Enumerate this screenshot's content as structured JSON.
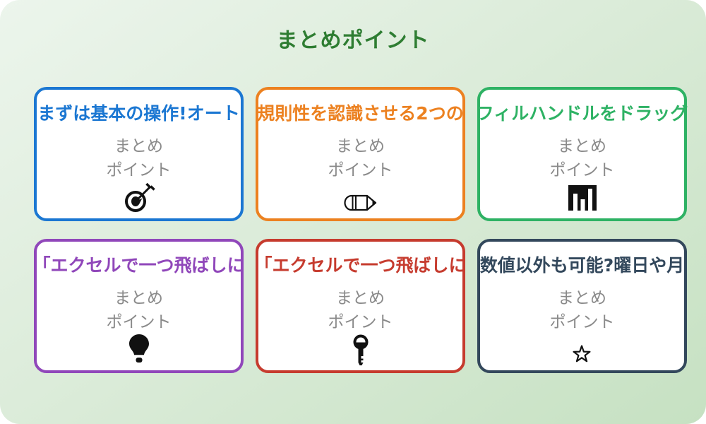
{
  "page": {
    "title": "まとめポイント",
    "title_color": "#2e7d32",
    "background_gradient_from": "#ecf5ec",
    "background_gradient_to": "#c6e1c2"
  },
  "cards": [
    {
      "heading": "まずは基本の操作!オート",
      "color": "#1b77d2",
      "body_line1": "まとめ",
      "body_line2": "ポイント",
      "icon": "dart-target-icon"
    },
    {
      "heading": "規則性を認識させる2つの",
      "color": "#ec8120",
      "body_line1": "まとめ",
      "body_line2": "ポイント",
      "icon": "pencil-icon"
    },
    {
      "heading": "フィルハンドルをドラッグ",
      "color": "#2eb264",
      "body_line1": "まとめ",
      "body_line2": "ポイント",
      "icon": "bar-chart-icon"
    },
    {
      "heading": "「エクセルで一つ飛ばしに",
      "color": "#9047ba",
      "body_line1": "まとめ",
      "body_line2": "ポイント",
      "icon": "lightbulb-icon"
    },
    {
      "heading": "「エクセルで一つ飛ばしに",
      "color": "#c63b2e",
      "body_line1": "まとめ",
      "body_line2": "ポイント",
      "icon": "key-icon"
    },
    {
      "heading": "数値以外も可能?曜日や月",
      "color": "#33485c",
      "body_line1": "まとめ",
      "body_line2": "ポイント",
      "icon": "star-icon"
    }
  ]
}
